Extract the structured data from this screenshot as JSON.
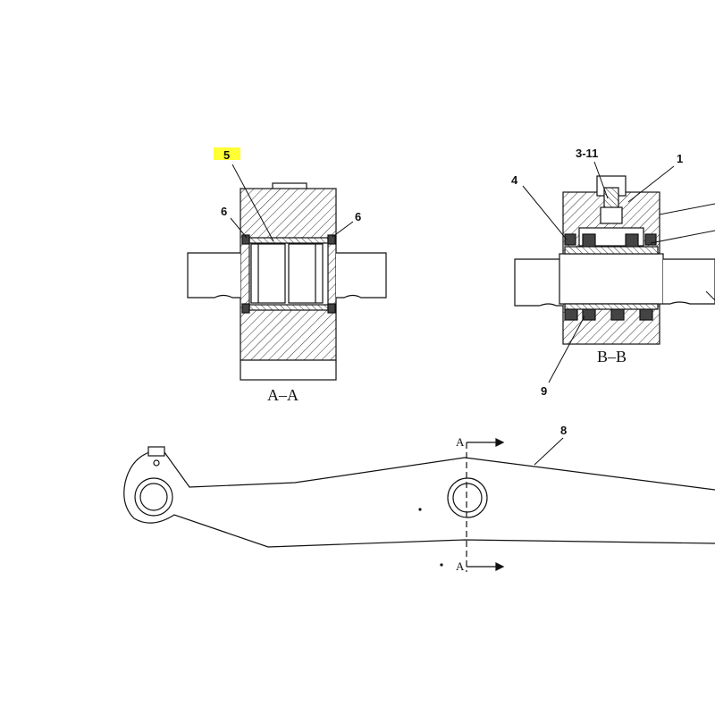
{
  "callouts": {
    "c5": "5",
    "c6_left": "6",
    "c6_right": "6",
    "c3_11": "3-11",
    "c1": "1",
    "c4": "4",
    "c9": "9",
    "c8": "8"
  },
  "section_labels": {
    "aa": "A–A",
    "bb": "B–B"
  },
  "cut_marks": {
    "top": "A",
    "bottom": "A"
  },
  "highlight_color": "#ffff33",
  "line_color": "#111111"
}
